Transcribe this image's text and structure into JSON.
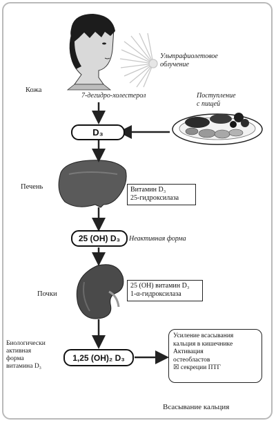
{
  "labels": {
    "skin": "Кожа",
    "uv": "Ультрафиолетовое\nоблучение",
    "dehydro": "7-дегидро-холестерол",
    "food": "Поступление\nс пищей",
    "liver": "Печень",
    "kidney": "Почки",
    "inactive": "Неактивная форма",
    "bio_active": "Биологически\nактивная\nформа\nвитамина D₃",
    "absorption": "Всасывание кальция"
  },
  "pills": {
    "d3": "D₃",
    "oh25": "25 (OH) D₃",
    "oh125": "1,25 (OH)₂ D₃"
  },
  "boxes": {
    "liver_enzyme": "Витамин D₃\n25-гидроксилаза",
    "kidney_enzyme": "25 (OH) витамин D₃\n1-α-гидроксилаза",
    "effects": "Усиление всасывания\nкальция в кишечнике\nАктивация\n                    остеобластов\n☒ секреции ПТГ"
  }
}
